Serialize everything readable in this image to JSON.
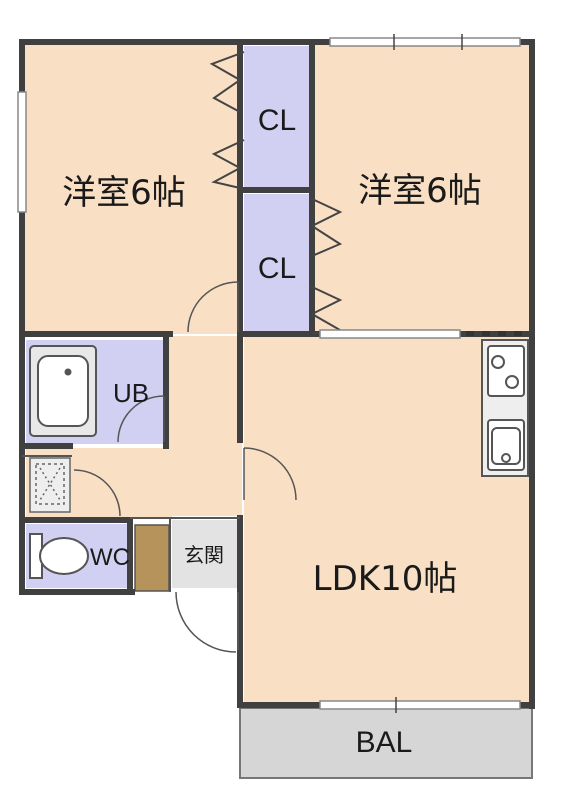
{
  "rooms": {
    "western_room_left": "洋室6帖",
    "western_room_right": "洋室6帖",
    "closet_top": "CL",
    "closet_bottom": "CL",
    "unit_bath": "UB",
    "toilet": "WC",
    "entrance": "玄関",
    "ldk": "LDK10帖",
    "balcony": "BAL"
  },
  "colors": {
    "room_fill": "#f9dfc4",
    "closet_fill": "#d2d0f2",
    "bath_fill": "#d2d0f2",
    "entrance_fill": "#e3e3e3",
    "balcony_fill": "#d6d6d6",
    "shoe_box_fill": "#b5935a",
    "wall": "#404040"
  }
}
